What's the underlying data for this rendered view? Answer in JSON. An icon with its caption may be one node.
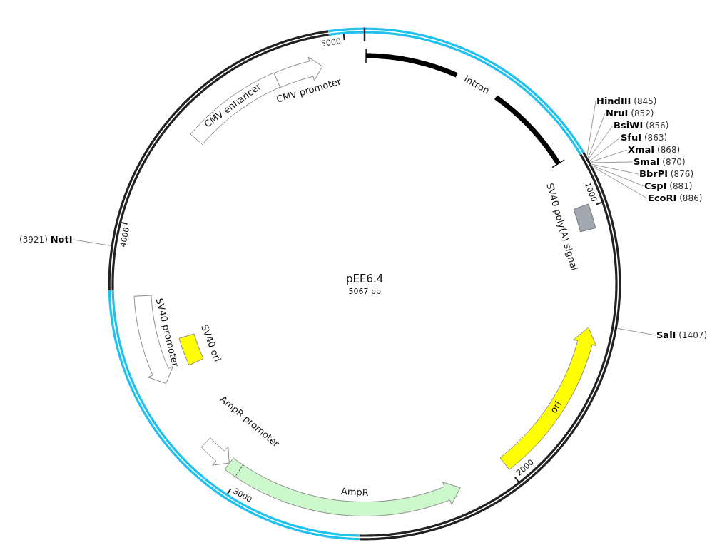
{
  "diagram": {
    "title": "pEE6.4",
    "nodes": [
      {
        "text": [
          "CMV enhancer"
        ]
      },
      {
        "text": [
          "CMV promoter"
        ]
      },
      {
        "text": [
          "Intron"
        ]
      },
      {
        "text": [
          "**HindIII** (845)"
        ]
      },
      {
        "text": [
          "**NruI** (852)"
        ]
      },
      {
        "text": [
          "**BsiWI** (856)"
        ]
      },
      {
        "text": [
          "**SfuI** (863)"
        ]
      },
      {
        "text": [
          "**XmaI** (868)"
        ]
      },
      {
        "text": [
          "**SmaI** (870)"
        ]
      },
      {
        "text": [
          "**BbrPI** (876)"
        ]
      },
      {
        "text": [
          "**CspI** (881)"
        ]
      },
      {
        "text": [
          "**EcoRI** (886)"
        ]
      },
      {
        "text": [
          "SV40 poly(A) signal"
        ]
      },
      {
        "text": [
          "(3921) **NotI**"
        ]
      },
      {
        "text": [
          "**SalI** (1407)"
        ]
      },
      {
        "text": [
          "SV40 promoter"
        ]
      },
      {
        "text": [
          "SV40 ori"
        ]
      },
      {
        "text": [
          "ori"
        ]
      },
      {
        "text": [
          "AmpR promoter"
        ]
      },
      {
        "text": [
          "AmpR"
        ]
      }
    ],
    "edges": [
      {
        "from": 3,
        "to": null,
        "arrow": "none"
      },
      {
        "from": 4,
        "to": null,
        "arrow": "none"
      },
      {
        "from": 5,
        "to": null,
        "arrow": "none"
      },
      {
        "from": 6,
        "to": null,
        "arrow": "none"
      },
      {
        "from": 7,
        "to": null,
        "arrow": "none"
      },
      {
        "from": 8,
        "to": null,
        "arrow": "none"
      },
      {
        "from": 9,
        "to": null,
        "arrow": "none"
      },
      {
        "from": 10,
        "to": null,
        "arrow": "none"
      },
      {
        "from": 11,
        "to": null,
        "arrow": "none"
      },
      {
        "from": 13,
        "to": null,
        "arrow": "none"
      },
      {
        "from": 14,
        "to": null,
        "arrow": "none"
      }
    ],
    "labels": [
      "5000",
      "1000",
      "4000",
      "5067 bp",
      "2000",
      "3000"
    ]
  }
}
